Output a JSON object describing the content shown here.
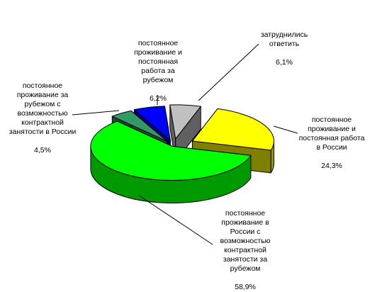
{
  "chart_data": {
    "type": "pie",
    "style": "3d-exploded",
    "slices": [
      {
        "label": "постоянное проживание и постоянная работа в России",
        "value": 24.3,
        "value_text": "24,3%",
        "color": "#ffff00"
      },
      {
        "label": "постоянное проживание в России с возможностью контрактной занятости за рубежом",
        "value": 58.9,
        "value_text": "58,9%",
        "color": "#00ff00"
      },
      {
        "label": "постоянное проживание за рубежом с возможностью контрактной занятости в России",
        "value": 4.5,
        "value_text": "4,5%",
        "color": "#339966"
      },
      {
        "label": "постоянное проживание и постоянная работа за рубежом",
        "value": 6.2,
        "value_text": "6,2%",
        "color": "#0000ff"
      },
      {
        "label": "затруднились ответить",
        "value": 6.1,
        "value_text": "6,1%",
        "color": "#c0c0c0"
      }
    ],
    "legend": "none"
  }
}
